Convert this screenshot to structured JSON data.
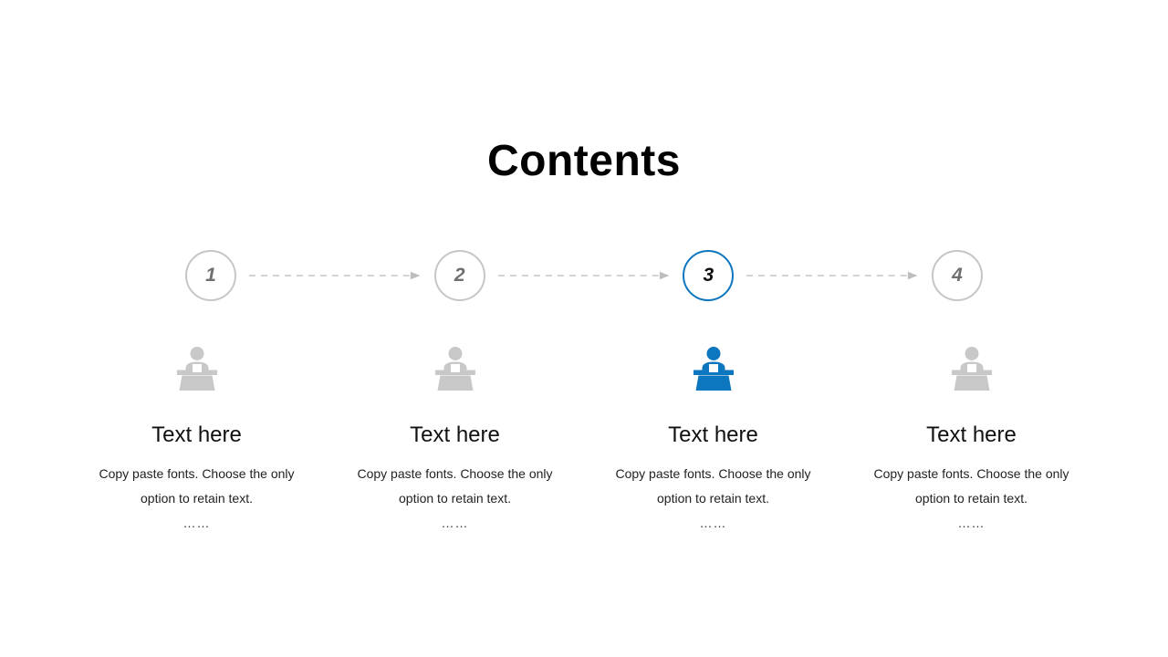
{
  "slide": {
    "title": "Contents",
    "background_color": "#ffffff"
  },
  "theme": {
    "accent_color": "#0c76be",
    "muted_color": "#c8c8c8",
    "circle_border_color": "#c6c6c6",
    "number_color": "#6f6f6f",
    "active_number_color": "#111111",
    "connector_color": "#c6c6c6",
    "text_color": "#111111"
  },
  "stepper": {
    "steps": [
      {
        "number": "1",
        "active": false
      },
      {
        "number": "2",
        "active": false
      },
      {
        "number": "3",
        "active": true
      },
      {
        "number": "4",
        "active": false
      }
    ],
    "connector_count": 3
  },
  "columns": [
    {
      "icon": "presenter-podium-icon",
      "icon_color": "#c8c8c8",
      "heading": "Text here",
      "body": "Copy paste fonts. Choose the only option to retain text.",
      "dots": "……"
    },
    {
      "icon": "presenter-podium-icon",
      "icon_color": "#c8c8c8",
      "heading": "Text here",
      "body": "Copy paste fonts. Choose the only option to retain text.",
      "dots": "……"
    },
    {
      "icon": "presenter-podium-icon",
      "icon_color": "#0c76be",
      "heading": "Text here",
      "body": "Copy paste fonts. Choose the only option to retain text.",
      "dots": "……"
    },
    {
      "icon": "presenter-podium-icon",
      "icon_color": "#c8c8c8",
      "heading": "Text here",
      "body": "Copy paste fonts. Choose the only option to retain text.",
      "dots": "……"
    }
  ]
}
